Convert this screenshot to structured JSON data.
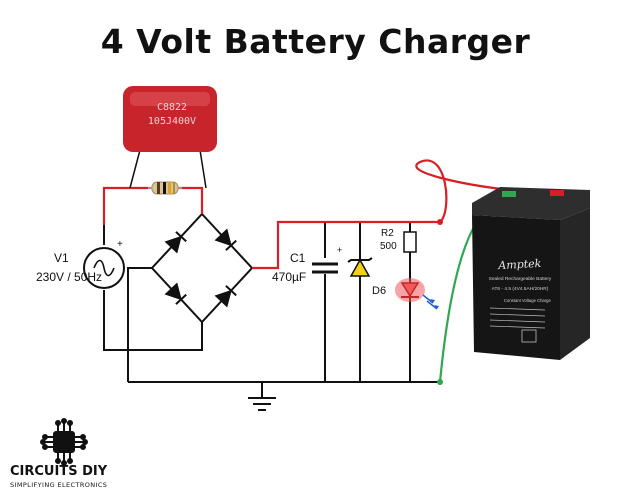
{
  "title": "4 Volt Battery Charger",
  "capacitor_x": {
    "line1": "C8822",
    "line2": "105J400V"
  },
  "source": {
    "name": "V1",
    "rating": "230V / 50Hz",
    "polarity": "+"
  },
  "filter_cap": {
    "name": "C1",
    "value": "470µF",
    "polarity": "+"
  },
  "resistor": {
    "name": "R2",
    "value": "500"
  },
  "led": {
    "name": "D6"
  },
  "battery": {
    "brand": "Amptek",
    "subtitle": "Sealed Rechargeable Battery",
    "model": "AT6 - 4.5 (4V4.5AH/20HR)",
    "info": "Constant Voltage Charge"
  },
  "logo": {
    "name": "CIRCUITS DIY",
    "tagline": "SIMPLIFYING ELECTRONICS"
  },
  "colors": {
    "wire_red": "#d81f26",
    "wire_green": "#2fa84f",
    "wire_black": "#111111",
    "cap_red": "#c8242c",
    "led_red": "#ef5a5a"
  }
}
